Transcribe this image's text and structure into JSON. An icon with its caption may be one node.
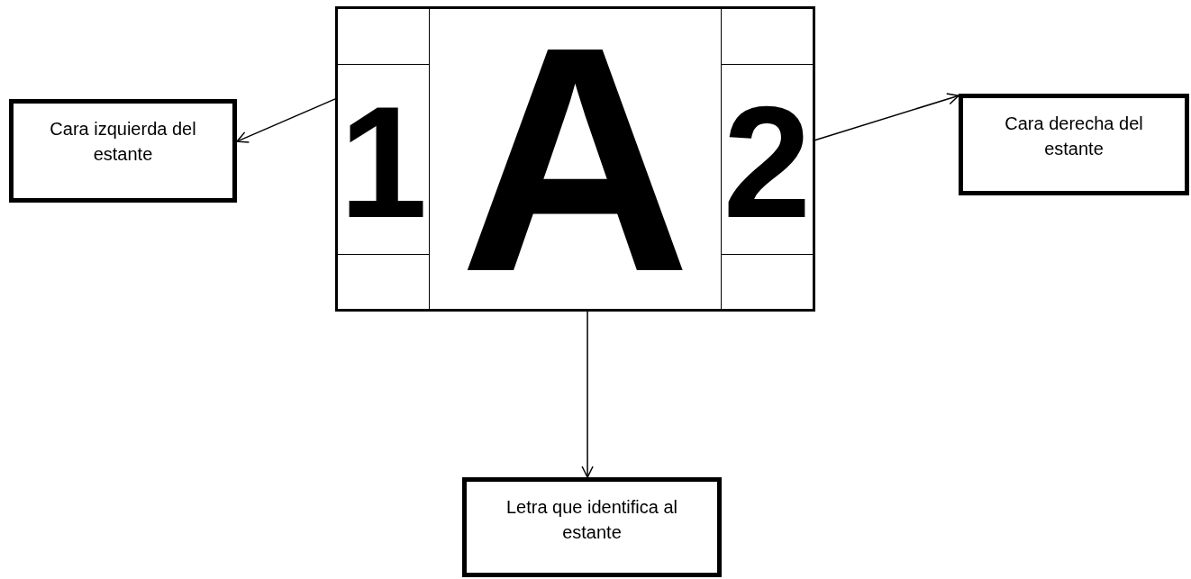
{
  "diagram": {
    "nodes": [
      {
        "text": [],
        "shape": "box"
      },
      {
        "text": [
          "1"
        ],
        "in": 0
      },
      {
        "text": [
          "A"
        ],
        "in": 0
      },
      {
        "text": [
          "2"
        ],
        "in": 0
      },
      {
        "text": [
          "Cara izquierda del estante"
        ]
      },
      {
        "text": [
          "Cara derecha del estante"
        ]
      },
      {
        "text": [
          "Letra que identifica al estante"
        ]
      }
    ],
    "edges": [
      {
        "from": 1,
        "to": 4,
        "arrow": "to"
      },
      {
        "from": 3,
        "to": 5,
        "arrow": "to"
      },
      {
        "from": 2,
        "to": 6,
        "arrow": "to"
      }
    ]
  }
}
